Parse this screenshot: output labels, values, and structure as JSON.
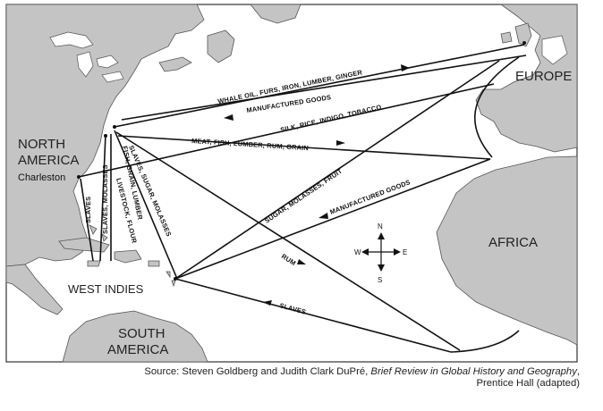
{
  "regions": {
    "north_america": [
      "NORTH",
      "AMERICA"
    ],
    "europe": "EUROPE",
    "africa": "AFRICA",
    "west_indies": "WEST INDIES",
    "south_america": [
      "SOUTH",
      "AMERICA"
    ]
  },
  "places": {
    "charleston": "Charleston"
  },
  "routes": {
    "whale_oil": "WHALE OIL, FURS, IRON, LUMBER, GINGER",
    "manufactured_goods_top": "MANUFACTURED GOODS",
    "silk_rice": "SILK, RICE, INDIGO, TOBACCO",
    "meat_fish": "MEAT, FISH, LUMBER, RUM, GRAIN",
    "sugar_molasses_fruit": "SUGAR, MOLASSES, FRUIT",
    "manufactured_goods_africa": "MANUFACTURED GOODS",
    "rum": "RUM",
    "slaves_bottom": "SLAVES",
    "slaves_sugar_molasses": "SLAVES, SUGAR, MOLASSES",
    "fish_grain_lumber": "FISH, GRAIN, LUMBER",
    "livestock_flour": "LIVESTOCK, FLOUR",
    "slaves_molasses": "SLAVES, MOLASSES",
    "slaves_left": "SLAVES"
  },
  "compass": {
    "n": "N",
    "s": "S",
    "e": "E",
    "w": "W"
  },
  "source": {
    "prefix": "Source: Steven Goldberg and Judith Clark DuPré, ",
    "title": "Brief Review in Global History and Geography",
    "suffix": ",",
    "line2": "Prentice Hall (adapted)"
  }
}
